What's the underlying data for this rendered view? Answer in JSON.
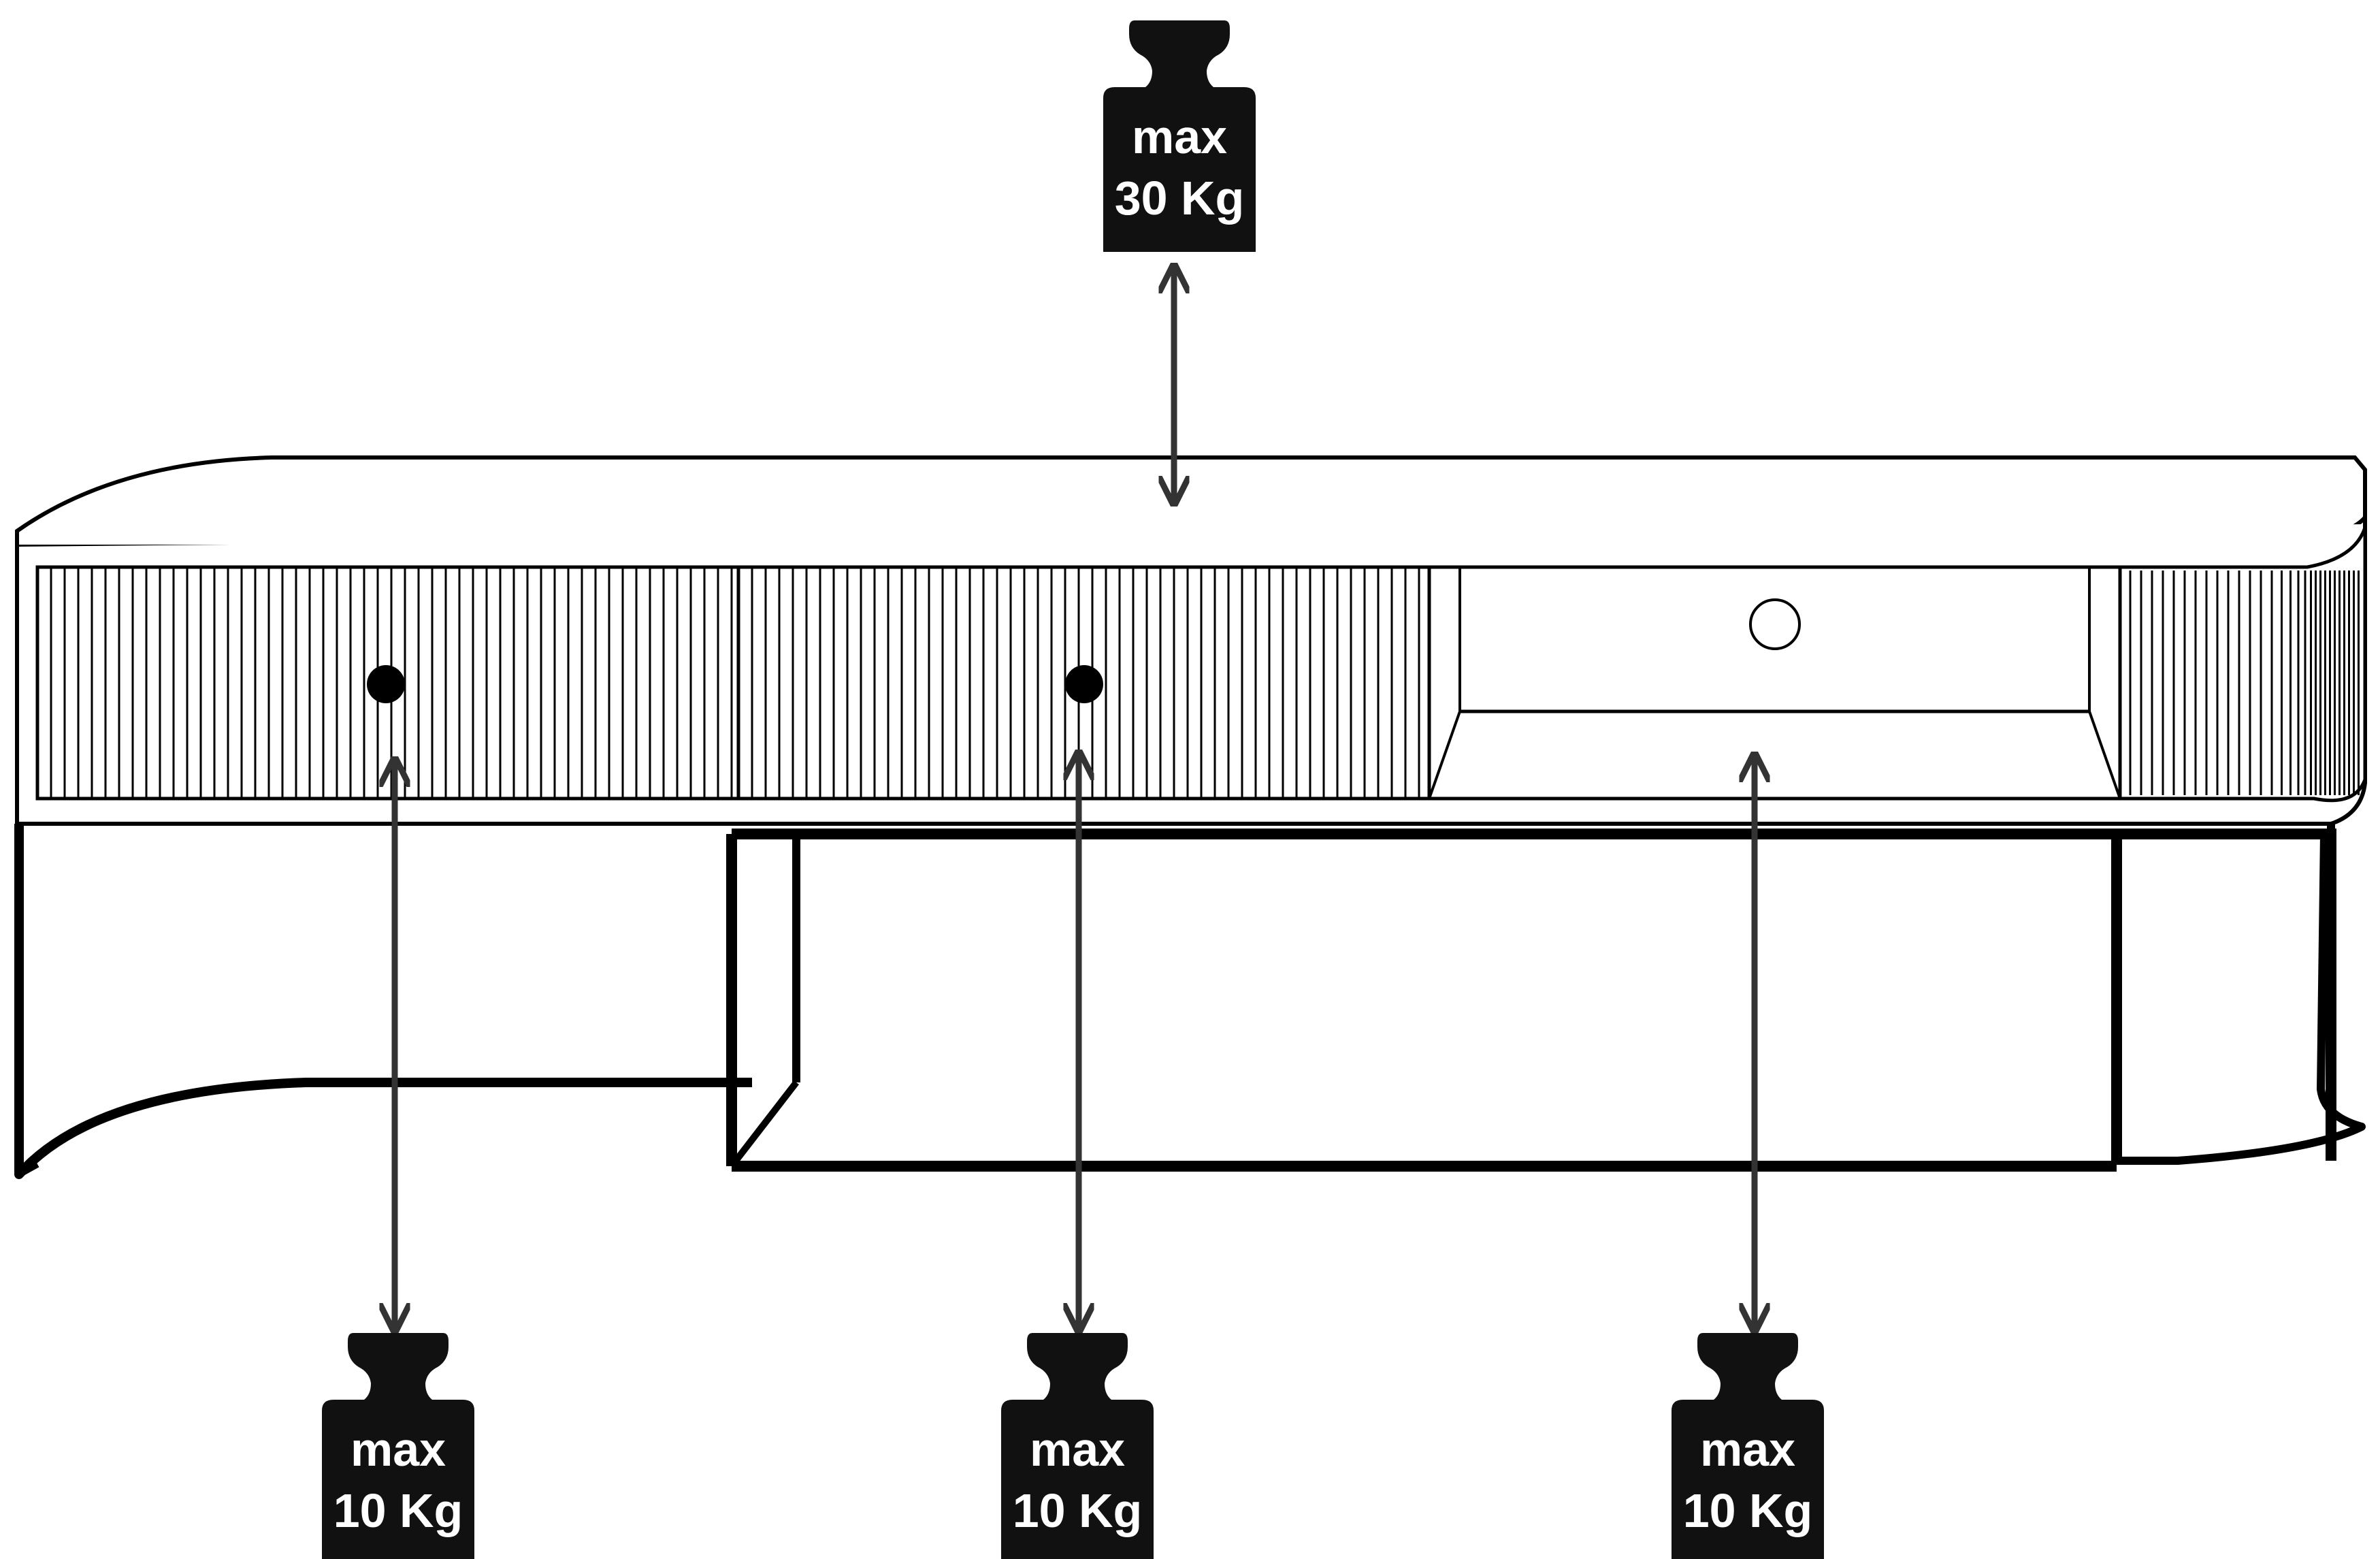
{
  "colors": {
    "ink": "#000000",
    "weight": "#111111",
    "arrow": "#333333",
    "background": "#ffffff"
  },
  "top_load": {
    "icon": "weight-icon",
    "line1": "max",
    "line2": "30 Kg"
  },
  "drawer_loads": [
    {
      "icon": "weight-icon",
      "line1": "max",
      "line2": "10 Kg"
    },
    {
      "icon": "weight-icon",
      "line1": "max",
      "line2": "10 Kg"
    },
    {
      "icon": "weight-icon",
      "line1": "max",
      "line2": "10 Kg"
    }
  ]
}
